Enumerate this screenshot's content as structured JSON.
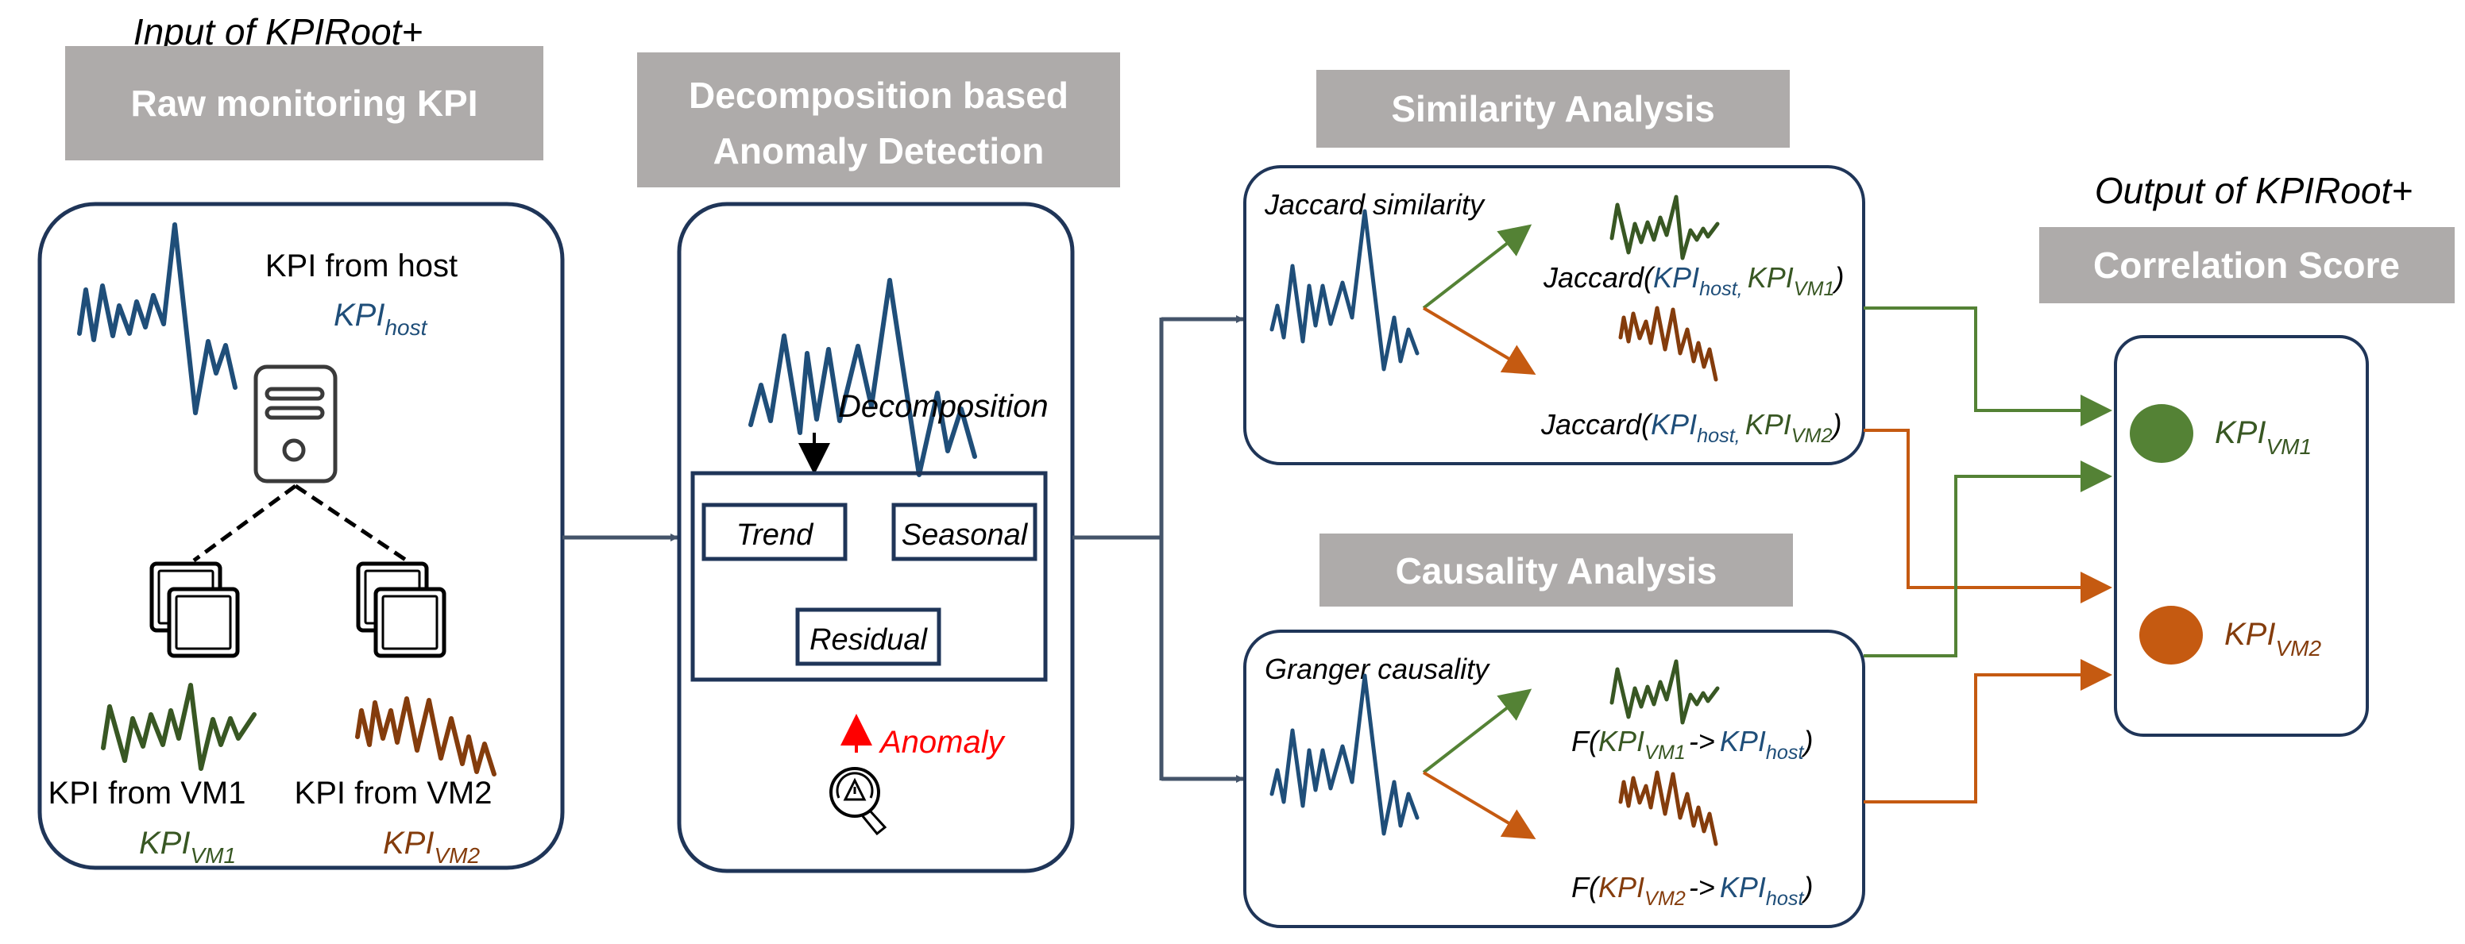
{
  "colors": {
    "header_bg": "#aeabaa",
    "panel_border": "#1f3558",
    "connector": "#44546a",
    "host": "#1f4e79",
    "vm1": "#385723",
    "vm1_arrow": "#548235",
    "vm2": "#843c0c",
    "vm2_arrow": "#c55a11",
    "anomaly": "#ff0000"
  },
  "input": {
    "title": "Input of KPIRoot+",
    "header": "Raw monitoring KPI",
    "host_label": "KPI from host",
    "host_symbol": {
      "base": "KPI",
      "sub": "host"
    },
    "vm1_label": "KPI from VM1",
    "vm1_symbol": {
      "base": "KPI",
      "sub": "VM1"
    },
    "vm2_label": "KPI from VM2",
    "vm2_symbol": {
      "base": "KPI",
      "sub": "VM2"
    },
    "icons": [
      "server-icon",
      "virtual-machine-icon",
      "virtual-machine-icon"
    ]
  },
  "decomposition": {
    "header_line1": "Decomposition based",
    "header_line2": "Anomaly Detection",
    "step_label": "Decomposition",
    "components": [
      "Trend",
      "Seasonal",
      "Residual"
    ],
    "anomaly_label": "Anomaly",
    "icons": [
      "anomaly-search-icon",
      "up-arrow-icon"
    ]
  },
  "similarity": {
    "header": "Similarity Analysis",
    "method": "Jaccard similarity",
    "formula1": {
      "fn": "Jaccard(",
      "a": "KPI",
      "a_sub": "host,",
      "b": "KPI",
      "b_sub": "VM1",
      "close": ")"
    },
    "formula2": {
      "fn": "Jaccard(",
      "a": "KPI",
      "a_sub": "host,",
      "b": "KPI",
      "b_sub": "VM2",
      "close": ")"
    }
  },
  "causality": {
    "header": "Causality Analysis",
    "method": "Granger causality",
    "formula1": {
      "fn": "F(",
      "a": "KPI",
      "a_sub": "VM1",
      "arrow": "->",
      "b": "KPI",
      "b_sub": "host",
      "close": ")"
    },
    "formula2": {
      "fn": "F(",
      "a": "KPI",
      "a_sub": "VM2",
      "arrow": "->",
      "b": "KPI",
      "b_sub": "host",
      "close": ")"
    }
  },
  "output": {
    "title": "Output of KPIRoot+",
    "header": "Correlation Score",
    "items": [
      {
        "base": "KPI",
        "sub": "VM1"
      },
      {
        "base": "KPI",
        "sub": "VM2"
      }
    ]
  }
}
